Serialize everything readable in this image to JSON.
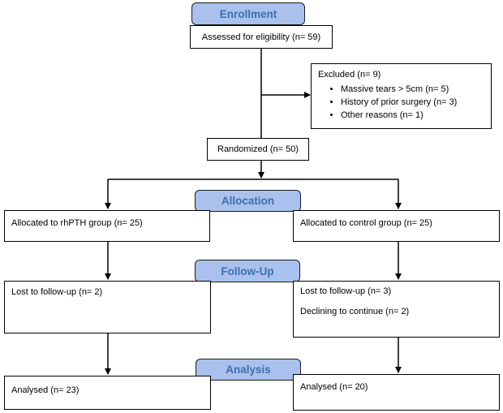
{
  "stages": {
    "enrollment": "Enrollment",
    "allocation": "Allocation",
    "follow_up": "Follow-Up",
    "analysis": "Analysis"
  },
  "enrollment": {
    "assessed": "Assessed for eligibility (n= 59)",
    "excluded_title": "Excluded (n= 9)",
    "excluded_reasons": [
      "Massive tears > 5cm (n= 5)",
      "History of prior surgery (n= 3)",
      "Other reasons (n= 1)"
    ],
    "randomized": "Randomized (n= 50)"
  },
  "allocation": {
    "rhpth": "Allocated to rhPTH group (n= 25)",
    "control": "Allocated to control group (n= 25)"
  },
  "follow_up": {
    "rhpth_lost": "Lost to follow-up (n= 2)",
    "control_lost": "Lost to follow-up (n= 3)",
    "control_declining": "Declining to continue (n= 2)"
  },
  "analysis": {
    "rhpth": "Analysed (n= 23)",
    "control": "Analysed (n= 20)"
  },
  "colors": {
    "stage_fill": "#a9c1ec",
    "stage_text": "#3f6fb0",
    "line": "#000000"
  }
}
